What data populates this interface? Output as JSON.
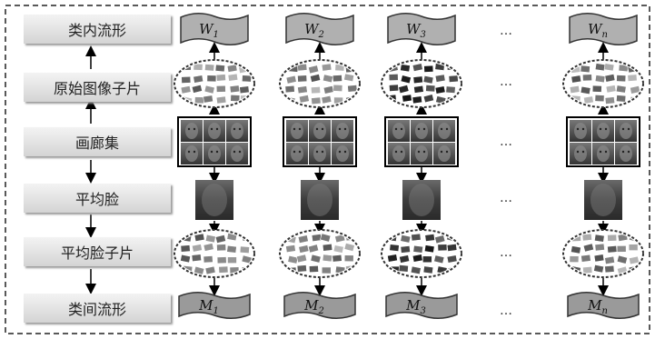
{
  "rows": [
    {
      "label": "类内流形"
    },
    {
      "label": "原始图像子片"
    },
    {
      "label": "画廊集"
    },
    {
      "label": "平均脸"
    },
    {
      "label": "平均脸子片"
    },
    {
      "label": "类间流形"
    }
  ],
  "columns": [
    {
      "w_base": "W",
      "w_sub": "1",
      "m_base": "M",
      "m_sub": "1"
    },
    {
      "w_base": "W",
      "w_sub": "2",
      "m_base": "M",
      "m_sub": "2"
    },
    {
      "w_base": "W",
      "w_sub": "3",
      "m_base": "M",
      "m_sub": "3"
    },
    {
      "w_base": "W",
      "w_sub": "n",
      "m_base": "M",
      "m_sub": "n"
    }
  ],
  "ellipsis": "…",
  "colors": {
    "accent_dark": "#555555",
    "flag_fill": "#aaaaaa",
    "border": "#222222"
  }
}
